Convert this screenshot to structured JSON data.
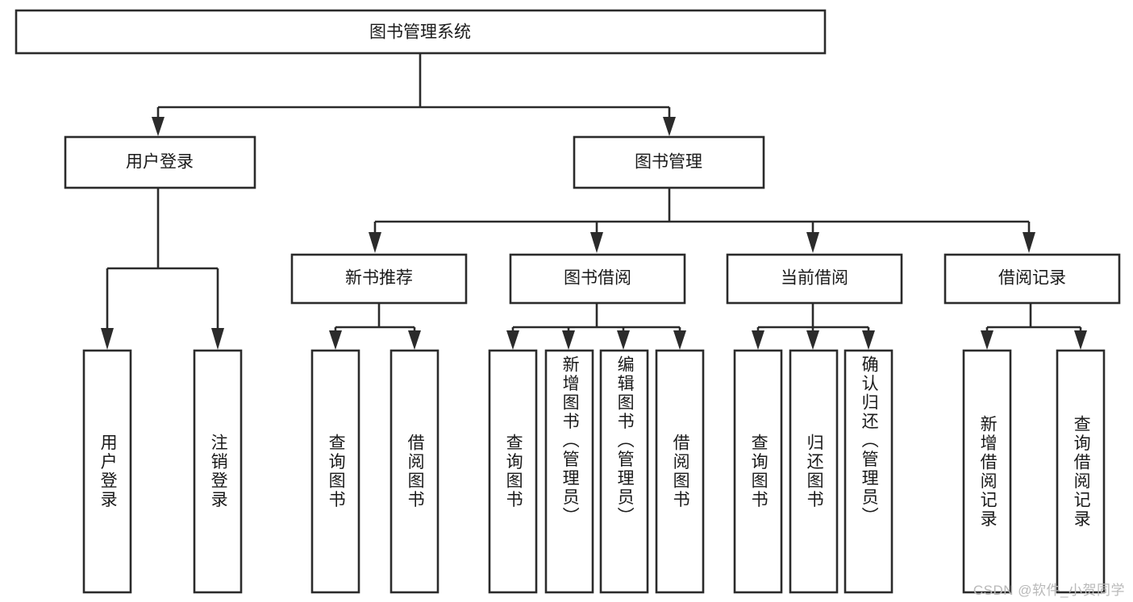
{
  "diagram": {
    "type": "tree",
    "title": "图书管理系统",
    "root": {
      "label": "图书管理系统"
    },
    "level2": [
      {
        "label": "用户登录"
      },
      {
        "label": "图书管理"
      }
    ],
    "level3": [
      {
        "label": "新书推荐"
      },
      {
        "label": "图书借阅"
      },
      {
        "label": "当前借阅"
      },
      {
        "label": "借阅记录"
      }
    ],
    "leaves": {
      "user_login": [
        "用户登录",
        "注销登录"
      ],
      "new_book_recommend": [
        "查询图书",
        "借阅图书"
      ],
      "book_borrow": [
        "查询图书",
        "新增图书（管理员）",
        "编辑图书（管理员）",
        "借阅图书"
      ],
      "current_borrow": [
        "查询图书",
        "归还图书",
        "确认归还（管理员）"
      ],
      "borrow_record": [
        "新增借阅记录",
        "查询借阅记录"
      ]
    }
  },
  "watermark": {
    "text": "CSDN @软件_小贺同学"
  },
  "colors": {
    "stroke": "#2b2b2b",
    "fill": "#ffffff",
    "text": "#1a1a1a",
    "watermark": "#b9b9b9",
    "background": "#ffffff"
  }
}
